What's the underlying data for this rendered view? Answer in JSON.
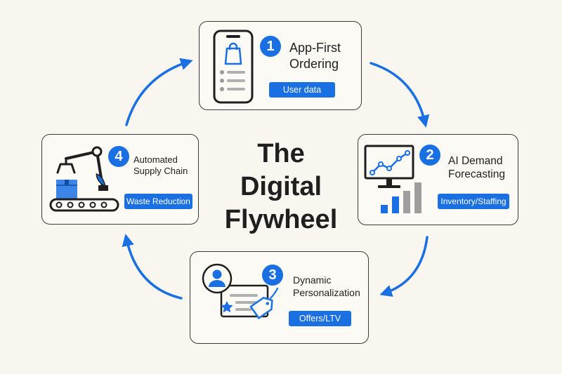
{
  "diagram": {
    "title_lines": [
      "The",
      "Digital",
      "Flywheel"
    ],
    "accent_color": "#1a6fe3",
    "outline_color": "#3a3a3a",
    "background_color": "#f8f6ee",
    "steps": [
      {
        "number": "1",
        "title_lines": [
          "App-First",
          "Ordering"
        ],
        "tag": "User data",
        "icon": "smartphone-shopping-bag-icon"
      },
      {
        "number": "2",
        "title_lines": [
          "AI Demand",
          "Forecasting"
        ],
        "tag": "Inventory/Staffing",
        "icon": "monitor-trend-chart-icon"
      },
      {
        "number": "3",
        "title_lines": [
          "Dynamic",
          "Personalization"
        ],
        "tag": "Offers/LTV",
        "icon": "user-profile-offer-tag-icon"
      },
      {
        "number": "4",
        "title_lines": [
          "Automated",
          "Supply Chain"
        ],
        "tag": "Waste Reduction",
        "icon": "robot-arm-conveyor-icon"
      }
    ],
    "cycle_direction": "clockwise"
  }
}
